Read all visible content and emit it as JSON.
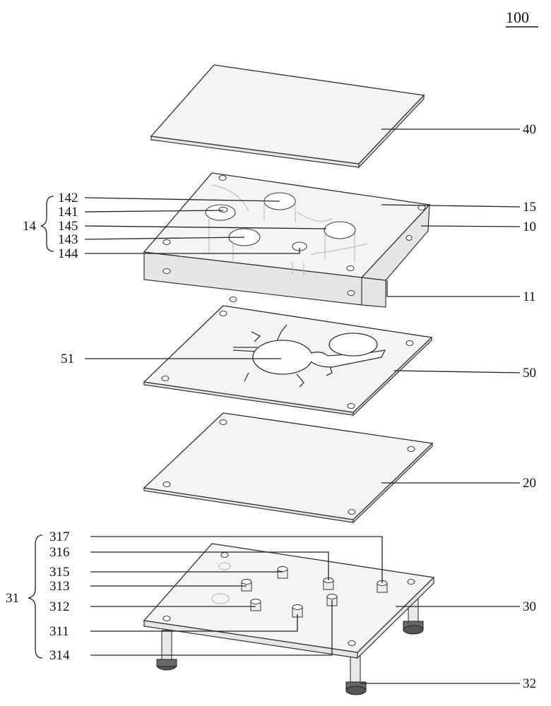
{
  "figure_ref": "100",
  "labels": {
    "l40": "40",
    "l15": "15",
    "l10": "10",
    "l11": "11",
    "l50": "50",
    "l51": "51",
    "l20": "20",
    "l30": "30",
    "l32": "32",
    "l14": "14",
    "l142": "142",
    "l141": "141",
    "l145": "145",
    "l143": "143",
    "l144": "144",
    "l31": "31",
    "l317": "317",
    "l316": "316",
    "l315": "315",
    "l313": "313",
    "l312": "312",
    "l311": "311",
    "l314": "314"
  }
}
